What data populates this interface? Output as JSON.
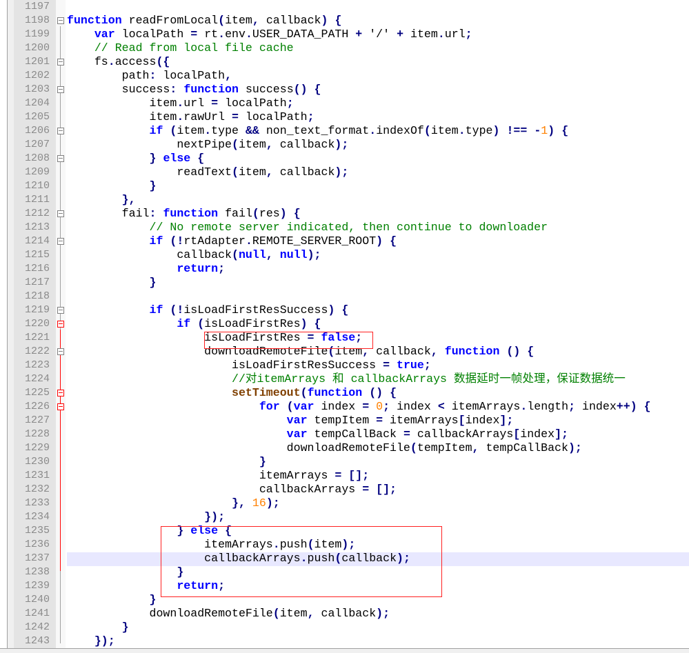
{
  "editor": {
    "current_line": 1237,
    "colors": {
      "keyword": "#0000ff",
      "operator": "#000080",
      "comment": "#008000",
      "number": "#ff8000",
      "highlight": "#e8e8ff",
      "annotation": "#ff2020"
    }
  },
  "fold_open": [
    1198,
    1201,
    1203,
    1206,
    1208,
    1212,
    1214,
    1219,
    1220,
    1222,
    1225,
    1226
  ],
  "fold_red": [
    1220,
    1225,
    1226
  ],
  "lines": [
    {
      "n": 1197,
      "tokens": []
    },
    {
      "n": 1198,
      "tokens": [
        [
          "k",
          "function"
        ],
        [
          "t",
          " readFromLocal"
        ],
        [
          "o",
          "("
        ],
        [
          "t",
          "item"
        ],
        [
          "o",
          ","
        ],
        [
          "t",
          " callback"
        ],
        [
          "o",
          ")"
        ],
        [
          "t",
          " "
        ],
        [
          "o",
          "{"
        ]
      ]
    },
    {
      "n": 1199,
      "tokens": [
        [
          "t",
          "    "
        ],
        [
          "k",
          "var"
        ],
        [
          "t",
          " localPath "
        ],
        [
          "o",
          "="
        ],
        [
          "t",
          " rt"
        ],
        [
          "o",
          "."
        ],
        [
          "t",
          "env"
        ],
        [
          "o",
          "."
        ],
        [
          "t",
          "USER_DATA_PATH "
        ],
        [
          "o",
          "+"
        ],
        [
          "t",
          " '/' "
        ],
        [
          "o",
          "+"
        ],
        [
          "t",
          " item"
        ],
        [
          "o",
          "."
        ],
        [
          "t",
          "url"
        ],
        [
          "o",
          ";"
        ]
      ]
    },
    {
      "n": 1200,
      "tokens": [
        [
          "t",
          "    "
        ],
        [
          "c",
          "// Read from local file cache"
        ]
      ]
    },
    {
      "n": 1201,
      "tokens": [
        [
          "t",
          "    fs"
        ],
        [
          "o",
          "."
        ],
        [
          "t",
          "access"
        ],
        [
          "o",
          "({"
        ]
      ]
    },
    {
      "n": 1202,
      "tokens": [
        [
          "t",
          "        path"
        ],
        [
          "o",
          ":"
        ],
        [
          "t",
          " localPath"
        ],
        [
          "o",
          ","
        ]
      ]
    },
    {
      "n": 1203,
      "tokens": [
        [
          "t",
          "        success"
        ],
        [
          "o",
          ":"
        ],
        [
          "t",
          " "
        ],
        [
          "k",
          "function"
        ],
        [
          "t",
          " success"
        ],
        [
          "o",
          "()"
        ],
        [
          "t",
          " "
        ],
        [
          "o",
          "{"
        ]
      ]
    },
    {
      "n": 1204,
      "tokens": [
        [
          "t",
          "            item"
        ],
        [
          "o",
          "."
        ],
        [
          "t",
          "url "
        ],
        [
          "o",
          "="
        ],
        [
          "t",
          " localPath"
        ],
        [
          "o",
          ";"
        ]
      ]
    },
    {
      "n": 1205,
      "tokens": [
        [
          "t",
          "            item"
        ],
        [
          "o",
          "."
        ],
        [
          "t",
          "rawUrl "
        ],
        [
          "o",
          "="
        ],
        [
          "t",
          " localPath"
        ],
        [
          "o",
          ";"
        ]
      ]
    },
    {
      "n": 1206,
      "tokens": [
        [
          "t",
          "            "
        ],
        [
          "k",
          "if"
        ],
        [
          "t",
          " "
        ],
        [
          "o",
          "("
        ],
        [
          "t",
          "item"
        ],
        [
          "o",
          "."
        ],
        [
          "t",
          "type "
        ],
        [
          "o",
          "&&"
        ],
        [
          "t",
          " non_text_format"
        ],
        [
          "o",
          "."
        ],
        [
          "t",
          "indexOf"
        ],
        [
          "o",
          "("
        ],
        [
          "t",
          "item"
        ],
        [
          "o",
          "."
        ],
        [
          "t",
          "type"
        ],
        [
          "o",
          ")"
        ],
        [
          "t",
          " "
        ],
        [
          "o",
          "!=="
        ],
        [
          "t",
          " "
        ],
        [
          "o",
          "-"
        ],
        [
          "n",
          "1"
        ],
        [
          "o",
          ")"
        ],
        [
          "t",
          " "
        ],
        [
          "o",
          "{"
        ]
      ]
    },
    {
      "n": 1207,
      "tokens": [
        [
          "t",
          "                nextPipe"
        ],
        [
          "o",
          "("
        ],
        [
          "t",
          "item"
        ],
        [
          "o",
          ","
        ],
        [
          "t",
          " callback"
        ],
        [
          "o",
          ");"
        ]
      ]
    },
    {
      "n": 1208,
      "tokens": [
        [
          "t",
          "            "
        ],
        [
          "o",
          "}"
        ],
        [
          "t",
          " "
        ],
        [
          "k",
          "else"
        ],
        [
          "t",
          " "
        ],
        [
          "o",
          "{"
        ]
      ]
    },
    {
      "n": 1209,
      "tokens": [
        [
          "t",
          "                readText"
        ],
        [
          "o",
          "("
        ],
        [
          "t",
          "item"
        ],
        [
          "o",
          ","
        ],
        [
          "t",
          " callback"
        ],
        [
          "o",
          ");"
        ]
      ]
    },
    {
      "n": 1210,
      "tokens": [
        [
          "t",
          "            "
        ],
        [
          "o",
          "}"
        ]
      ]
    },
    {
      "n": 1211,
      "tokens": [
        [
          "t",
          "        "
        ],
        [
          "o",
          "},"
        ]
      ]
    },
    {
      "n": 1212,
      "tokens": [
        [
          "t",
          "        fail"
        ],
        [
          "o",
          ":"
        ],
        [
          "t",
          " "
        ],
        [
          "k",
          "function"
        ],
        [
          "t",
          " fail"
        ],
        [
          "o",
          "("
        ],
        [
          "t",
          "res"
        ],
        [
          "o",
          ")"
        ],
        [
          "t",
          " "
        ],
        [
          "o",
          "{"
        ]
      ]
    },
    {
      "n": 1213,
      "tokens": [
        [
          "t",
          "            "
        ],
        [
          "c",
          "// No remote server indicated, then continue to downloader"
        ]
      ]
    },
    {
      "n": 1214,
      "tokens": [
        [
          "t",
          "            "
        ],
        [
          "k",
          "if"
        ],
        [
          "t",
          " "
        ],
        [
          "o",
          "(!"
        ],
        [
          "t",
          "rtAdapter"
        ],
        [
          "o",
          "."
        ],
        [
          "t",
          "REMOTE_SERVER_ROOT"
        ],
        [
          "o",
          ")"
        ],
        [
          "t",
          " "
        ],
        [
          "o",
          "{"
        ]
      ]
    },
    {
      "n": 1215,
      "tokens": [
        [
          "t",
          "                callback"
        ],
        [
          "o",
          "("
        ],
        [
          "k",
          "null"
        ],
        [
          "o",
          ","
        ],
        [
          "t",
          " "
        ],
        [
          "k",
          "null"
        ],
        [
          "o",
          ");"
        ]
      ]
    },
    {
      "n": 1216,
      "tokens": [
        [
          "t",
          "                "
        ],
        [
          "k",
          "return"
        ],
        [
          "o",
          ";"
        ]
      ]
    },
    {
      "n": 1217,
      "tokens": [
        [
          "t",
          "            "
        ],
        [
          "o",
          "}"
        ]
      ]
    },
    {
      "n": 1218,
      "tokens": []
    },
    {
      "n": 1219,
      "tokens": [
        [
          "t",
          "            "
        ],
        [
          "k",
          "if"
        ],
        [
          "t",
          " "
        ],
        [
          "o",
          "(!"
        ],
        [
          "t",
          "isLoadFirstResSuccess"
        ],
        [
          "o",
          ")"
        ],
        [
          "t",
          " "
        ],
        [
          "o",
          "{"
        ]
      ]
    },
    {
      "n": 1220,
      "tokens": [
        [
          "t",
          "                "
        ],
        [
          "k",
          "if"
        ],
        [
          "t",
          " "
        ],
        [
          "o",
          "("
        ],
        [
          "t",
          "isLoadFirstRes"
        ],
        [
          "o",
          ")"
        ],
        [
          "t",
          " "
        ],
        [
          "o",
          "{"
        ]
      ]
    },
    {
      "n": 1221,
      "tokens": [
        [
          "t",
          "                    isLoadFirstRes "
        ],
        [
          "o",
          "="
        ],
        [
          "t",
          " "
        ],
        [
          "k",
          "false"
        ],
        [
          "o",
          ";"
        ]
      ]
    },
    {
      "n": 1222,
      "tokens": [
        [
          "t",
          "                    downloadRemoteFile"
        ],
        [
          "o",
          "("
        ],
        [
          "t",
          "item"
        ],
        [
          "o",
          ","
        ],
        [
          "t",
          " callback"
        ],
        [
          "o",
          ","
        ],
        [
          "t",
          " "
        ],
        [
          "k",
          "function"
        ],
        [
          "t",
          " "
        ],
        [
          "o",
          "()"
        ],
        [
          "t",
          " "
        ],
        [
          "o",
          "{"
        ]
      ]
    },
    {
      "n": 1223,
      "tokens": [
        [
          "t",
          "                        isLoadFirstResSuccess "
        ],
        [
          "o",
          "="
        ],
        [
          "t",
          " "
        ],
        [
          "k",
          "true"
        ],
        [
          "o",
          ";"
        ]
      ]
    },
    {
      "n": 1224,
      "tokens": [
        [
          "t",
          "                        "
        ],
        [
          "c",
          "//对itemArrays 和 callbackArrays 数据延时一帧处理，保证数据统一"
        ]
      ]
    },
    {
      "n": 1225,
      "tokens": [
        [
          "t",
          "                        "
        ],
        [
          "f",
          "setTimeout"
        ],
        [
          "o",
          "("
        ],
        [
          "k",
          "function"
        ],
        [
          "t",
          " "
        ],
        [
          "o",
          "()"
        ],
        [
          "t",
          " "
        ],
        [
          "o",
          "{"
        ]
      ]
    },
    {
      "n": 1226,
      "tokens": [
        [
          "t",
          "                            "
        ],
        [
          "k",
          "for"
        ],
        [
          "t",
          " "
        ],
        [
          "o",
          "("
        ],
        [
          "k",
          "var"
        ],
        [
          "t",
          " index "
        ],
        [
          "o",
          "="
        ],
        [
          "t",
          " "
        ],
        [
          "n",
          "0"
        ],
        [
          "o",
          ";"
        ],
        [
          "t",
          " index "
        ],
        [
          "o",
          "<"
        ],
        [
          "t",
          " itemArrays"
        ],
        [
          "o",
          "."
        ],
        [
          "t",
          "length"
        ],
        [
          "o",
          ";"
        ],
        [
          "t",
          " index"
        ],
        [
          "o",
          "++)"
        ],
        [
          "t",
          " "
        ],
        [
          "o",
          "{"
        ]
      ]
    },
    {
      "n": 1227,
      "tokens": [
        [
          "t",
          "                                "
        ],
        [
          "k",
          "var"
        ],
        [
          "t",
          " tempItem "
        ],
        [
          "o",
          "="
        ],
        [
          "t",
          " itemArrays"
        ],
        [
          "o",
          "["
        ],
        [
          "t",
          "index"
        ],
        [
          "o",
          "];"
        ]
      ]
    },
    {
      "n": 1228,
      "tokens": [
        [
          "t",
          "                                "
        ],
        [
          "k",
          "var"
        ],
        [
          "t",
          " tempCallBack "
        ],
        [
          "o",
          "="
        ],
        [
          "t",
          " callbackArrays"
        ],
        [
          "o",
          "["
        ],
        [
          "t",
          "index"
        ],
        [
          "o",
          "];"
        ]
      ]
    },
    {
      "n": 1229,
      "tokens": [
        [
          "t",
          "                                downloadRemoteFile"
        ],
        [
          "o",
          "("
        ],
        [
          "t",
          "tempItem"
        ],
        [
          "o",
          ","
        ],
        [
          "t",
          " tempCallBack"
        ],
        [
          "o",
          ");"
        ]
      ]
    },
    {
      "n": 1230,
      "tokens": [
        [
          "t",
          "                            "
        ],
        [
          "o",
          "}"
        ]
      ]
    },
    {
      "n": 1231,
      "tokens": [
        [
          "t",
          "                            itemArrays "
        ],
        [
          "o",
          "="
        ],
        [
          "t",
          " "
        ],
        [
          "o",
          "[];"
        ]
      ]
    },
    {
      "n": 1232,
      "tokens": [
        [
          "t",
          "                            callbackArrays "
        ],
        [
          "o",
          "="
        ],
        [
          "t",
          " "
        ],
        [
          "o",
          "[];"
        ]
      ]
    },
    {
      "n": 1233,
      "tokens": [
        [
          "t",
          "                        "
        ],
        [
          "o",
          "},"
        ],
        [
          "t",
          " "
        ],
        [
          "n",
          "16"
        ],
        [
          "o",
          ");"
        ]
      ]
    },
    {
      "n": 1234,
      "tokens": [
        [
          "t",
          "                    "
        ],
        [
          "o",
          "});"
        ]
      ]
    },
    {
      "n": 1235,
      "tokens": [
        [
          "t",
          "                "
        ],
        [
          "o",
          "}"
        ],
        [
          "t",
          " "
        ],
        [
          "k",
          "else"
        ],
        [
          "t",
          " "
        ],
        [
          "o",
          "{"
        ]
      ]
    },
    {
      "n": 1236,
      "tokens": [
        [
          "t",
          "                    itemArrays"
        ],
        [
          "o",
          "."
        ],
        [
          "t",
          "push"
        ],
        [
          "o",
          "("
        ],
        [
          "t",
          "item"
        ],
        [
          "o",
          ");"
        ]
      ]
    },
    {
      "n": 1237,
      "tokens": [
        [
          "t",
          "                    callbackArrays"
        ],
        [
          "o",
          "."
        ],
        [
          "t",
          "push"
        ],
        [
          "o",
          "("
        ],
        [
          "t",
          "callback"
        ],
        [
          "o",
          ");"
        ]
      ]
    },
    {
      "n": 1238,
      "tokens": [
        [
          "t",
          "                "
        ],
        [
          "o",
          "}"
        ]
      ]
    },
    {
      "n": 1239,
      "tokens": [
        [
          "t",
          "                "
        ],
        [
          "k",
          "return"
        ],
        [
          "o",
          ";"
        ]
      ]
    },
    {
      "n": 1240,
      "tokens": [
        [
          "t",
          "            "
        ],
        [
          "o",
          "}"
        ]
      ]
    },
    {
      "n": 1241,
      "tokens": [
        [
          "t",
          "            downloadRemoteFile"
        ],
        [
          "o",
          "("
        ],
        [
          "t",
          "item"
        ],
        [
          "o",
          ","
        ],
        [
          "t",
          " callback"
        ],
        [
          "o",
          ");"
        ]
      ]
    },
    {
      "n": 1242,
      "tokens": [
        [
          "t",
          "        "
        ],
        [
          "o",
          "}"
        ]
      ]
    },
    {
      "n": 1243,
      "tokens": [
        [
          "t",
          "    "
        ],
        [
          "o",
          "});"
        ]
      ]
    }
  ]
}
